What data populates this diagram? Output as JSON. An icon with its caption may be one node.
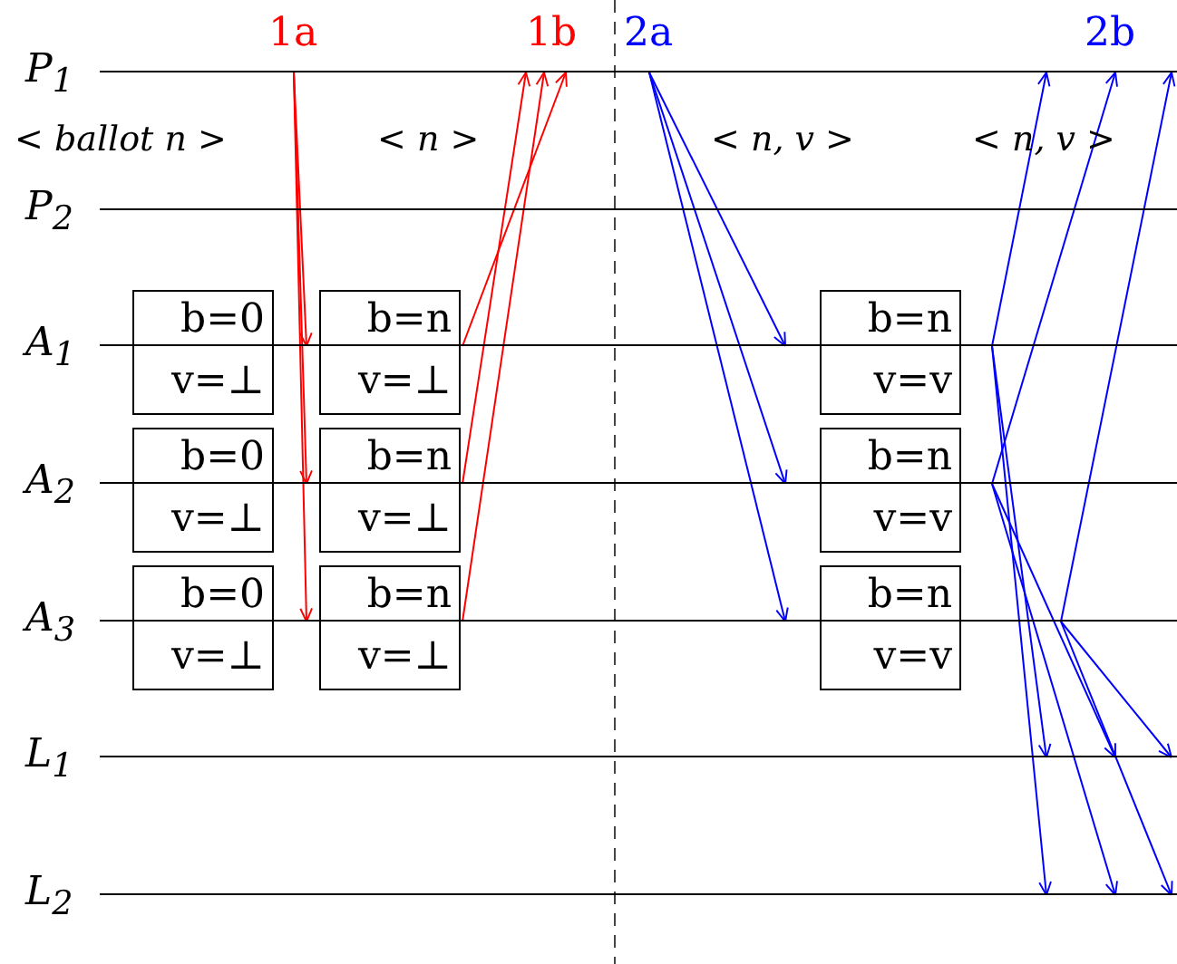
{
  "diagram": {
    "nodes": [
      {
        "text": [
          "P$_{1}$"
        ]
      },
      {
        "text": [
          "P$_{2}$"
        ]
      },
      {
        "text": [
          "A$_{1}$"
        ]
      },
      {
        "text": [
          "b=0",
          "v=⊥"
        ]
      },
      {
        "text": [
          "b=n",
          "v=⊥"
        ]
      },
      {
        "text": [
          "b=n",
          "v=v"
        ]
      },
      {
        "text": [
          "A$_{2}$"
        ]
      },
      {
        "text": [
          "b=0",
          "v=⊥"
        ]
      },
      {
        "text": [
          "b=n",
          "v=⊥"
        ]
      },
      {
        "text": [
          "b=n",
          "v=v"
        ]
      },
      {
        "text": [
          "A$_{3}$"
        ]
      },
      {
        "text": [
          "b=0",
          "v=⊥"
        ]
      },
      {
        "text": [
          "b=n",
          "v=⊥"
        ]
      },
      {
        "text": [
          "b=n",
          "v=v"
        ]
      },
      {
        "text": [
          "L$_{1}$"
        ]
      },
      {
        "text": [
          "L$_{2}$"
        ]
      }
    ],
    "edges": [
      {
        "from": 0,
        "to": 2,
        "arrow": "to",
        "color": "#ff0000"
      },
      {
        "from": 0,
        "to": 6,
        "arrow": "to",
        "color": "#ff0000"
      },
      {
        "from": 0,
        "to": 10,
        "arrow": "to",
        "color": "#ff0000"
      },
      {
        "from": 2,
        "to": 0,
        "arrow": "to",
        "color": "#ff0000"
      },
      {
        "from": 6,
        "to": 0,
        "arrow": "to",
        "color": "#ff0000"
      },
      {
        "from": 10,
        "to": 0,
        "arrow": "to",
        "color": "#ff0000"
      },
      {
        "from": 0,
        "to": 2,
        "arrow": "to",
        "color": "#0000ff"
      },
      {
        "from": 0,
        "to": 6,
        "arrow": "to",
        "color": "#0000ff"
      },
      {
        "from": 0,
        "to": 10,
        "arrow": "to",
        "color": "#0000ff"
      },
      {
        "from": 2,
        "to": 0,
        "arrow": "to",
        "color": "#0000ff"
      },
      {
        "from": 2,
        "to": 14,
        "arrow": "to",
        "color": "#0000ff"
      },
      {
        "from": 2,
        "to": 15,
        "arrow": "to",
        "color": "#0000ff"
      },
      {
        "from": 6,
        "to": 0,
        "arrow": "to",
        "color": "#0000ff"
      },
      {
        "from": 6,
        "to": 14,
        "arrow": "to",
        "color": "#0000ff"
      },
      {
        "from": 6,
        "to": 15,
        "arrow": "to",
        "color": "#0000ff"
      },
      {
        "from": 10,
        "to": 0,
        "arrow": "to",
        "color": "#0000ff"
      },
      {
        "from": 10,
        "to": 14,
        "arrow": "to",
        "color": "#0000ff"
      },
      {
        "from": 10,
        "to": 15,
        "arrow": "to",
        "color": "#0000ff"
      }
    ],
    "labels": [
      "1a",
      "1b",
      "2a",
      "2b",
      "< ballot n >",
      "< n >",
      "< n, v >",
      "< n, v >"
    ]
  }
}
